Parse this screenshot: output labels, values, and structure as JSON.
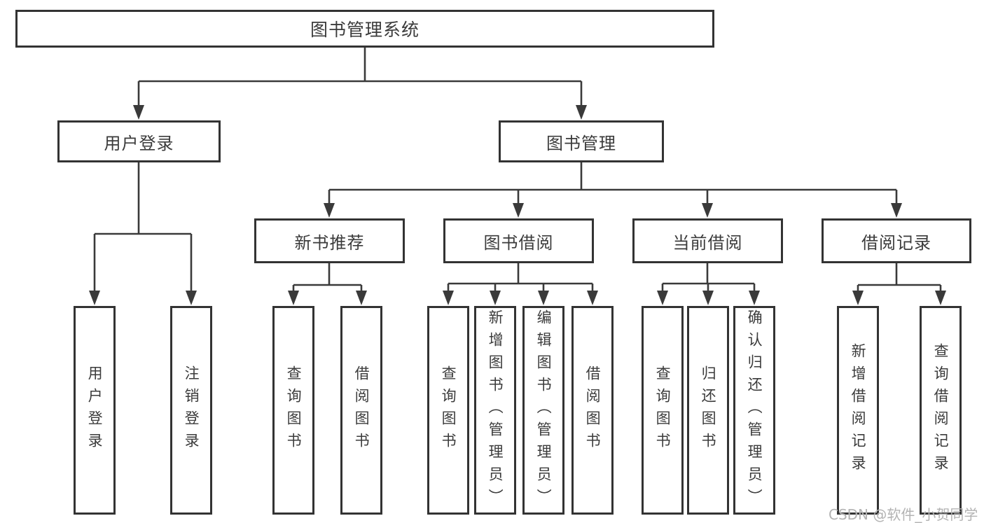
{
  "diagram": {
    "tree": {
      "root": {
        "label": "图书管理系统"
      },
      "children": [
        {
          "label": "用户登录",
          "children": [
            {
              "label": "用户登录"
            },
            {
              "label": "注销登录"
            }
          ]
        },
        {
          "label": "图书管理",
          "children": [
            {
              "label": "新书推荐",
              "children": [
                {
                  "label": "查询图书"
                },
                {
                  "label": "借阅图书"
                }
              ]
            },
            {
              "label": "图书借阅",
              "children": [
                {
                  "label": "查询图书"
                },
                {
                  "label": "新增图书（管理员）"
                },
                {
                  "label": "编辑图书（管理员）"
                },
                {
                  "label": "借阅图书"
                }
              ]
            },
            {
              "label": "当前借阅",
              "children": [
                {
                  "label": "查询图书"
                },
                {
                  "label": "归还图书"
                },
                {
                  "label": "确认归还（管理员）"
                }
              ]
            },
            {
              "label": "借阅记录",
              "children": [
                {
                  "label": "新增借阅记录"
                },
                {
                  "label": "查询借阅记录"
                }
              ]
            }
          ]
        }
      ]
    },
    "colors": {
      "line": "#3a3a3a",
      "box_border": "#333333",
      "text": "#3b3b3b",
      "background": "#ffffff",
      "watermark": "#b3b3b3"
    }
  },
  "watermark": {
    "text": "CSDN @软件_小贺同学"
  }
}
